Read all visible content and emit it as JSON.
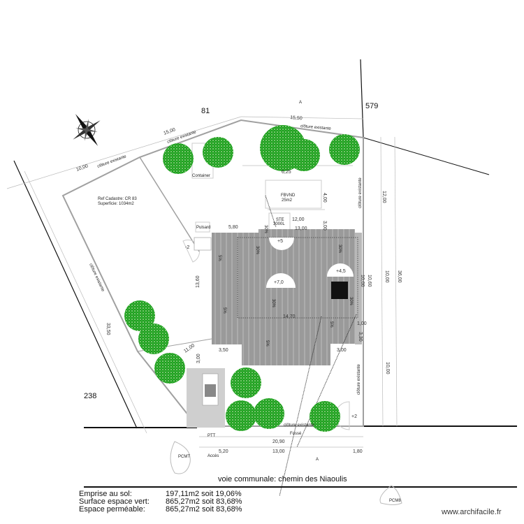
{
  "parcels": {
    "north": "81",
    "east": "579",
    "west": "238"
  },
  "cadastre": {
    "ref": "Ref Cadastre: CR 83",
    "area": "Superficie: 1034m2"
  },
  "labels": {
    "fence": "clôture existante",
    "container": "Container",
    "fbvnd": "FBVND",
    "fbvnd_area": "25m2",
    "ste": "STE",
    "ste_volume": "3000L",
    "pulsard": "Pulsard",
    "ptt": "PTT",
    "fosse": "Fossé",
    "pcmt": "PCMT",
    "pcm8": "PCM8",
    "acces": "Accès",
    "section_mark": "A",
    "road": "voie communale: chemin des Niaoulis"
  },
  "dimensions": [
    "10,00",
    "15,00",
    "15,50",
    "6,25",
    "4,00",
    "12,00",
    "3,00",
    "5,80",
    "13,00",
    "13,60",
    "10,00",
    "10,60",
    "1,00",
    "3,30",
    "3,50",
    "3,00",
    "11,00",
    "14,70",
    "3,00",
    "12,00",
    "10,00",
    "36,00",
    "10,00",
    "33,50",
    "20,90",
    "5,20",
    "13,00",
    "1,80"
  ],
  "levels": [
    "+5",
    "+7,0",
    "+4,5",
    "-2",
    "+2"
  ],
  "slopes": [
    "30%",
    "30%",
    "30%",
    "30%",
    "30%",
    "5%",
    "5%",
    "5%",
    "5%"
  ],
  "stats": [
    {
      "label": "Emprise au sol:",
      "value": "197,11m2 soit 19,06%"
    },
    {
      "label": "Surface espace vert:",
      "value": "865,27m2 soit 83,68%"
    },
    {
      "label": "Espace perméable:",
      "value": "865,27m2 soit 83,68%"
    }
  ],
  "watermark": "www.archifacile.fr",
  "colors": {
    "roof": "#9a9a9a",
    "tree": "#22a322",
    "boundary": "#a0a0a0"
  }
}
